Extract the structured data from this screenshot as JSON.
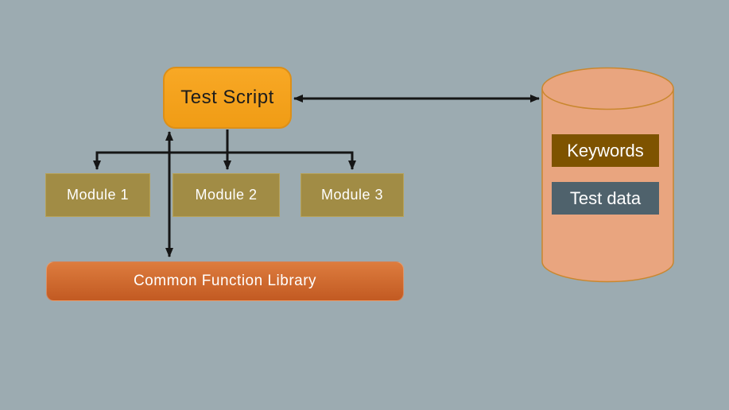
{
  "diagram": {
    "test_script": {
      "label": "Test Script"
    },
    "modules": [
      {
        "label": "Module 1"
      },
      {
        "label": "Module 2"
      },
      {
        "label": "Module 3"
      }
    ],
    "library": {
      "label": "Common Function Library"
    },
    "datastore": {
      "keywords_label": "Keywords",
      "test_data_label": "Test data"
    }
  },
  "connections": [
    "Test Script <-> datastore cylinder",
    "Test Script -> Module 1",
    "Test Script -> Module 2",
    "Test Script -> Module 3",
    "Test Script <-> Common Function Library"
  ],
  "colors": {
    "background": "#9cabb1",
    "test_script_fill": "#f6a21e",
    "test_script_border": "#dd8f17",
    "module_fill": "#a18c45",
    "module_border": "#b7a257",
    "library_fill_top": "#dd7c3e",
    "library_fill_bottom": "#c25a22",
    "cylinder_fill": "#e9a57f",
    "cylinder_stroke": "#c9872e",
    "keywords_bg": "#7e5300",
    "test_data_bg": "#4f626c",
    "arrow": "#151515",
    "text_dark": "#1c1c1c",
    "text_light": "#ffffff"
  }
}
